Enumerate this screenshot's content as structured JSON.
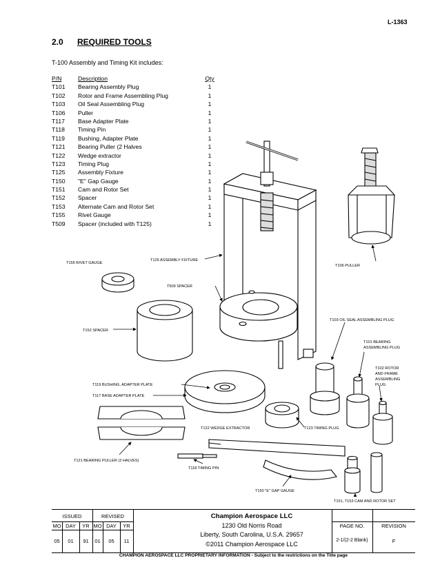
{
  "header": {
    "doc_number": "L-1363"
  },
  "section": {
    "number": "2.0",
    "title": "REQUIRED TOOLS"
  },
  "intro": "T-100 Assembly and Timing Kit includes:",
  "table": {
    "headers": {
      "pn": "P/N",
      "description": "Description",
      "qty": "Qty"
    },
    "rows": [
      {
        "pn": "T101",
        "description": "Bearing Assembly Plug",
        "qty": "1"
      },
      {
        "pn": "T102",
        "description": "Rotor and Frame Assembling Plug",
        "qty": "1"
      },
      {
        "pn": "T103",
        "description": "Oil Seal Assembling Plug",
        "qty": "1"
      },
      {
        "pn": "T106",
        "description": "Puller",
        "qty": "1"
      },
      {
        "pn": "T117",
        "description": "Base Adapter Plate",
        "qty": "1"
      },
      {
        "pn": "T118",
        "description": "Timing Pin",
        "qty": "1"
      },
      {
        "pn": "T119",
        "description": "Bushing, Adapter Plate",
        "qty": "1"
      },
      {
        "pn": "T121",
        "description": "Bearing Puller (2 Halves",
        "qty": "1"
      },
      {
        "pn": "T122",
        "description": "Wedge extractor",
        "qty": "1"
      },
      {
        "pn": "T123",
        "description": "Timing Plug",
        "qty": "1"
      },
      {
        "pn": "T125",
        "description": "Assembly Fixture",
        "qty": "1"
      },
      {
        "pn": "T150",
        "description": "\"E\" Gap Gauge",
        "qty": "1"
      },
      {
        "pn": "T151",
        "description": "Cam and Rotor Set",
        "qty": "1"
      },
      {
        "pn": "T152",
        "description": "Spacer",
        "qty": "1"
      },
      {
        "pn": "T153",
        "description": "Alternate Cam and Rotor Set",
        "qty": "1"
      },
      {
        "pn": "T155",
        "description": "Rivet Gauge",
        "qty": "1"
      },
      {
        "pn": "T509",
        "description": "Spacer (included with T125)",
        "qty": "1"
      }
    ]
  },
  "figure_labels": {
    "t125": "T125 ASSEMBLY FIXTURE",
    "t155": "T155 RIVET GAUGE",
    "t106": "T106 PULLER",
    "t509": "T509 SPACER",
    "t103": "T103 OIL SEAL ASSEMBLING PLUG",
    "t152": "T152 SPACER",
    "t101_a": "T101 BEARING",
    "t101_b": "ASSEMBLING PLUG",
    "t102_a": "T102 ROTOR",
    "t102_b": "AND FRAME",
    "t102_c": "ASSEMBLING",
    "t102_d": "PLUG",
    "t119": "T119 BUSHING, ADAPTER PLATE",
    "t117": "T117 BASE ADAPTER PLATE",
    "t122": "T122 WEDGE EXTRACTOR",
    "t123": "T123 TIMING PLUG",
    "t121": "T121 BEARING PULLER (2 HALVES)",
    "t118": "T118 TIMING PIN",
    "t150": "T150 \"E\" GAP GAUGE",
    "t151": "T151, T153 CAM AND ROTOR SET"
  },
  "footer": {
    "issued_label": "ISSUED",
    "revised_label": "REVISED",
    "mo": "MO",
    "day": "DAY",
    "yr": "YR",
    "issued": {
      "mo": "05",
      "day": "01",
      "yr": "91"
    },
    "revised": {
      "mo": "01",
      "day": "05",
      "yr": "11"
    },
    "company": "Champion Aerospace LLC",
    "address1": "1230 Old Norris Road",
    "address2": "Liberty, South Carolina, U.S.A. 29657",
    "copyright": "©2011 Champion Aerospace LLC",
    "page_label": "PAGE NO.",
    "page_value": "2-1/(2-2 Blank)",
    "revision_label": "REVISION",
    "revision_value": "F",
    "proprietary": "CHAMPION AEROSPACE LLC PROPRIETARY INFORMATION - Subject to the restrictions on the Title page"
  }
}
